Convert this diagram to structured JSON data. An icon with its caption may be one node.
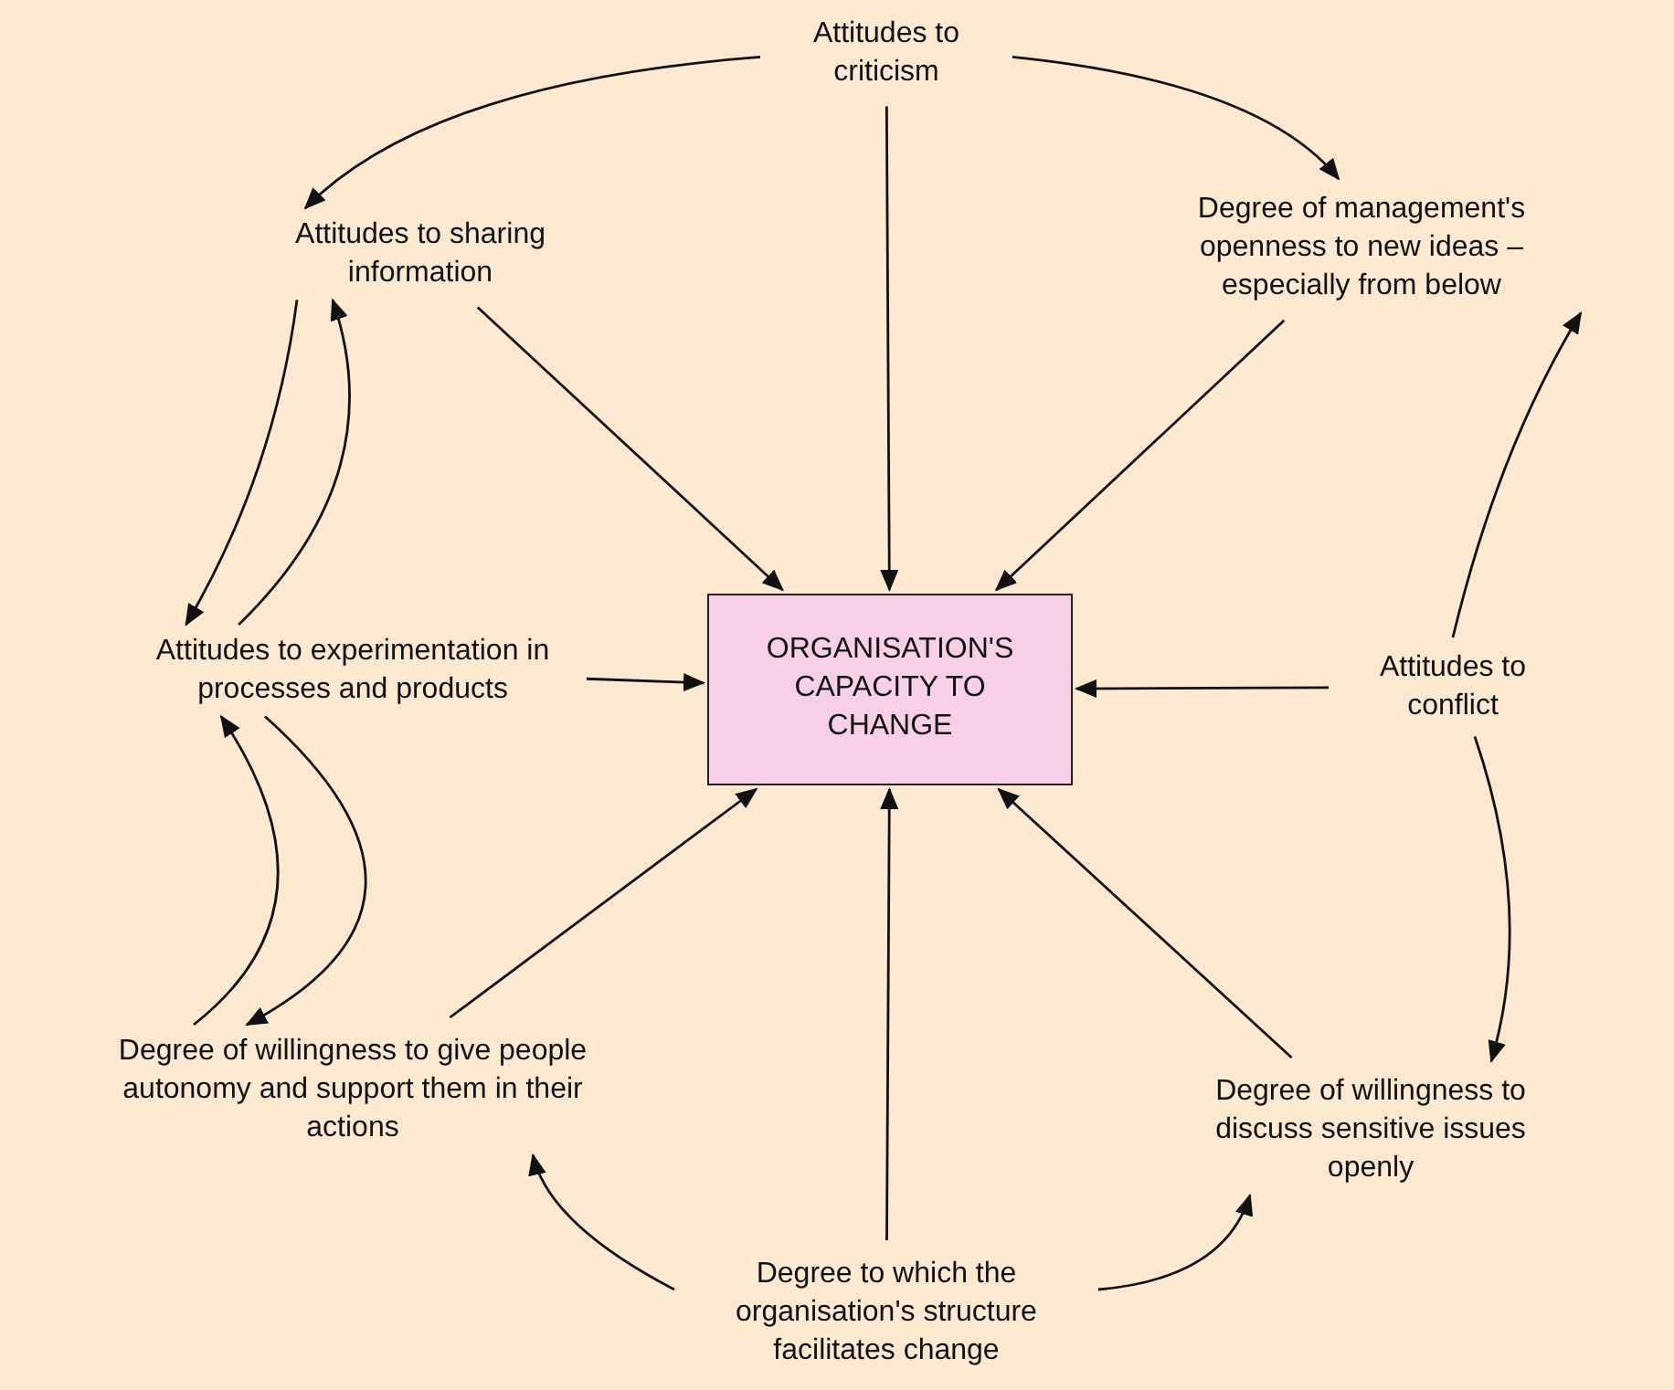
{
  "diagram": {
    "nodes": [
      {
        "text": [
          "ORGANISATION'S CAPACITY TO CHANGE"
        ]
      },
      {
        "text": [
          "Attitudes to criticism"
        ]
      },
      {
        "text": [
          "Degree of management's openness to new ideas – especially from below"
        ]
      },
      {
        "text": [
          "Attitudes to conflict"
        ]
      },
      {
        "text": [
          "Degree of willingness to discuss sensitive issues openly"
        ]
      },
      {
        "text": [
          "Degree to which the organisation's structure facilitates change"
        ]
      },
      {
        "text": [
          "Degree of willingness to give people autonomy and support them in their actions"
        ]
      },
      {
        "text": [
          "Attitudes to experimentation in processes and products"
        ]
      },
      {
        "text": [
          "Attitudes to sharing information"
        ]
      }
    ],
    "edges": [
      {
        "from": 1,
        "to": 0,
        "arrow": "to"
      },
      {
        "from": 2,
        "to": 0,
        "arrow": "to"
      },
      {
        "from": 3,
        "to": 0,
        "arrow": "to"
      },
      {
        "from": 4,
        "to": 0,
        "arrow": "to"
      },
      {
        "from": 5,
        "to": 0,
        "arrow": "to"
      },
      {
        "from": 6,
        "to": 0,
        "arrow": "to"
      },
      {
        "from": 7,
        "to": 0,
        "arrow": "to"
      },
      {
        "from": 8,
        "to": 0,
        "arrow": "to"
      },
      {
        "from": 1,
        "to": 8,
        "arrow": "to"
      },
      {
        "from": 1,
        "to": 2,
        "arrow": "to"
      },
      {
        "from": 3,
        "to": 2,
        "arrow": "to"
      },
      {
        "from": 3,
        "to": 4,
        "arrow": "to"
      },
      {
        "from": 5,
        "to": 6,
        "arrow": "to"
      },
      {
        "from": 5,
        "to": 4,
        "arrow": "to"
      },
      {
        "from": 8,
        "to": 7,
        "arrow": "to"
      },
      {
        "from": 7,
        "to": 8,
        "arrow": "to"
      },
      {
        "from": 7,
        "to": 6,
        "arrow": "to"
      },
      {
        "from": 6,
        "to": 7,
        "arrow": "to"
      }
    ]
  }
}
